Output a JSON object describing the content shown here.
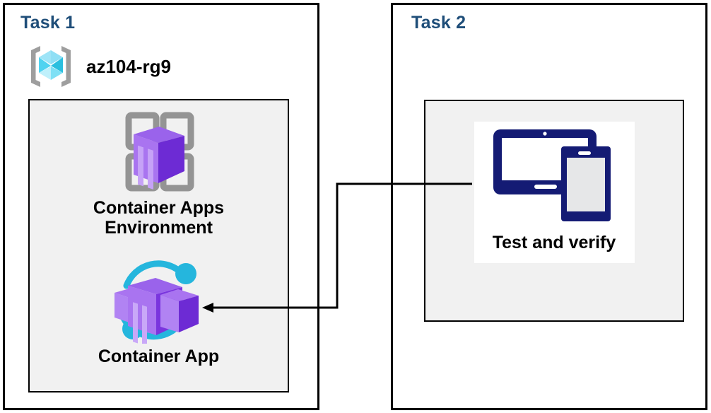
{
  "diagram": {
    "title": "Azure Container Apps task diagram",
    "background": "#ffffff",
    "accent_title_color": "#1F4E79",
    "panel_fill": "#f1f1f1",
    "line_color": "#000000"
  },
  "task1": {
    "title": "Task 1",
    "resource_group": {
      "icon": "resource-group-icon",
      "label": "az104-rg9"
    },
    "nodes": [
      {
        "id": "container-apps-environment",
        "icon": "container-apps-environment-icon",
        "label": "Container Apps\nEnvironment"
      },
      {
        "id": "container-app",
        "icon": "container-app-icon",
        "label": "Container App"
      }
    ]
  },
  "task2": {
    "title": "Task 2",
    "nodes": [
      {
        "id": "test-and-verify",
        "icon": "devices-icon",
        "label": "Test and verify"
      }
    ]
  },
  "connector": {
    "id": "verify-to-container-app",
    "from": "test-and-verify",
    "to": "container-app",
    "arrow_direction": "left",
    "style": "elbow"
  }
}
